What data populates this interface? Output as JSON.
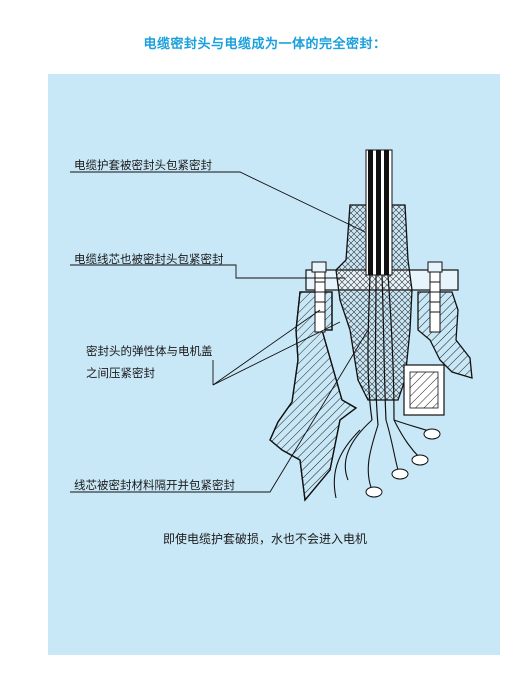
{
  "title": "电缆密封头与电缆成为一体的完全密封：",
  "labels": {
    "jacket": "电缆护套被密封头包紧密封",
    "core": "电缆线芯也被密封头包紧密封",
    "elastomer_line1": "密封头的弹性体与电机盖",
    "elastomer_line2": "之间压紧密封",
    "isolation": "线芯被密封材料隔开并包紧密封"
  },
  "caption": "即使电缆护套破损，水也不会进入电机",
  "colors": {
    "title": "#1aa0dc",
    "panel": "#c9e8f7"
  }
}
